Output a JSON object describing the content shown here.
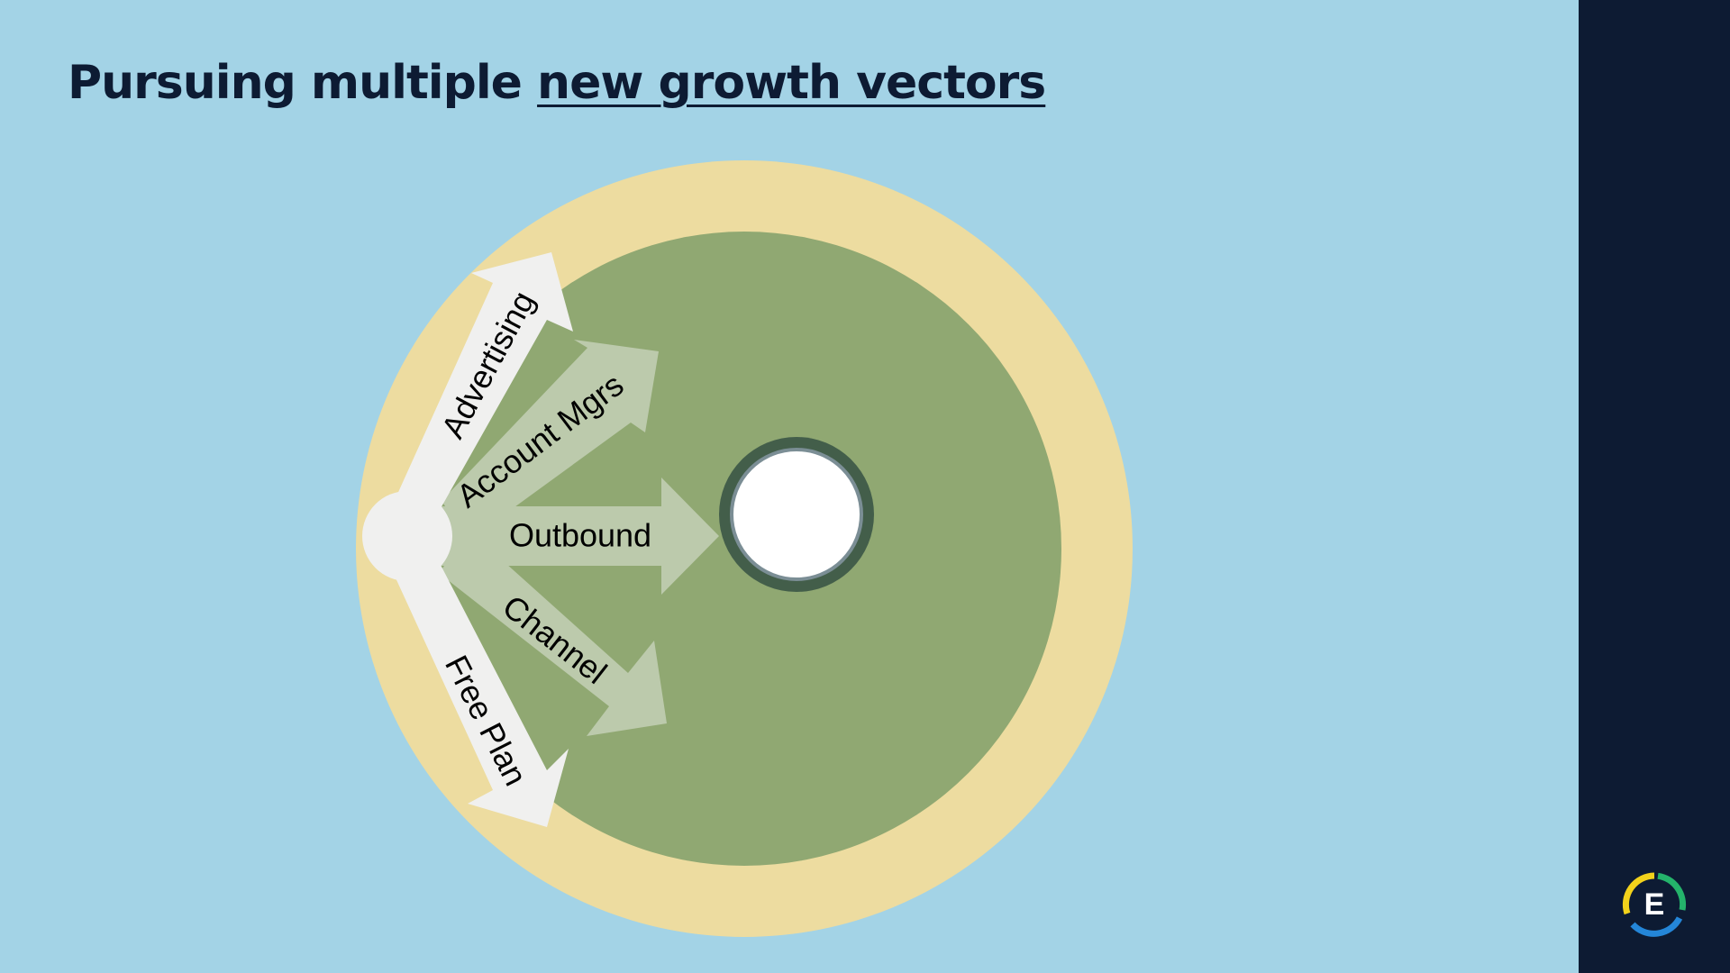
{
  "title": {
    "prefix": "Pursuing multiple ",
    "highlight": "new growth vectors"
  },
  "arrows": {
    "advertising": "Advertising",
    "account_mgrs": "Account Mgrs",
    "outbound": "Outbound",
    "channel": "Channel",
    "free_plan": "Free Plan"
  },
  "logo": {
    "letter": "E"
  },
  "colors": {
    "background": "#a3d3e6",
    "panel": "#0d1b33",
    "outer_ring": "#eddca0",
    "inner_disc": "#90a872",
    "target_ring": "#435e4a",
    "light_arrow": "#f0f0ef",
    "muted_arrow": "#bccaac"
  }
}
